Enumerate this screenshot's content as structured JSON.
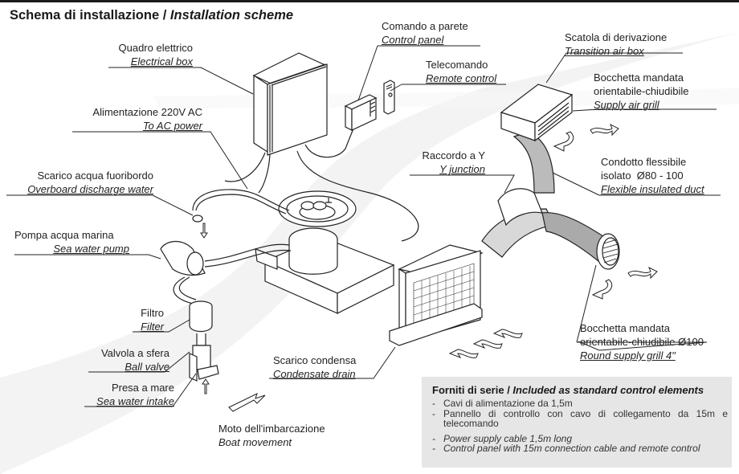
{
  "title": {
    "it": "Schema di installazione",
    "separator": " / ",
    "en": "Installation scheme"
  },
  "labels": {
    "electrical_box": {
      "it": "Quadro elettrico",
      "en": "Electrical box"
    },
    "ac_power": {
      "it": "Alimentazione 220V AC",
      "en": "To AC power"
    },
    "control_panel": {
      "it": "Comando a parete",
      "en": "Control panel"
    },
    "remote_control": {
      "it": "Telecomando",
      "en": "Remote control"
    },
    "transition_box": {
      "it": "Scatola di derivazione",
      "en": "Transition air box"
    },
    "supply_grill": {
      "it1": "Bocchetta mandata",
      "it2": "orientabile-chiudibile",
      "en": "Supply air grill"
    },
    "flex_duct": {
      "it1": "Condotto flessibile",
      "it2": "isolato  Ø80 - 100",
      "en": "Flexible insulated duct"
    },
    "y_junction": {
      "it": "Raccordo a Y",
      "en": "Y junction"
    },
    "overboard_discharge": {
      "it": "Scarico acqua fuoribordo",
      "en": "Overboard discharge water"
    },
    "sea_water_pump": {
      "it": "Pompa acqua marina",
      "en": "Sea water pump"
    },
    "filter": {
      "it": "Filtro",
      "en": "Filter"
    },
    "ball_valve": {
      "it": "Valvola a sfera",
      "en": "Ball valve"
    },
    "sea_water_intake": {
      "it": "Presa a mare",
      "en": "Sea water intake"
    },
    "condensate_drain": {
      "it": "Scarico condensa",
      "en": "Condensate drain"
    },
    "round_grill": {
      "it1": "Bocchetta mandata",
      "it2": "orientabile-chiudibile Ø100",
      "en": "Round supply grill 4\""
    },
    "boat_movement": {
      "it": "Moto dell'imbarcazione",
      "en": "Boat movement"
    }
  },
  "included": {
    "header_it": "Forniti di serie",
    "header_sep": " / ",
    "header_en": "Included as standard control elements",
    "items_it": [
      "Cavi di alimentazione da 1,5m",
      "Pannello di controllo con cavo di collegamento da 15m e telecomando"
    ],
    "items_en": [
      "Power supply cable 1,5m long",
      "Control panel with 15m connection cable and remote control"
    ]
  }
}
